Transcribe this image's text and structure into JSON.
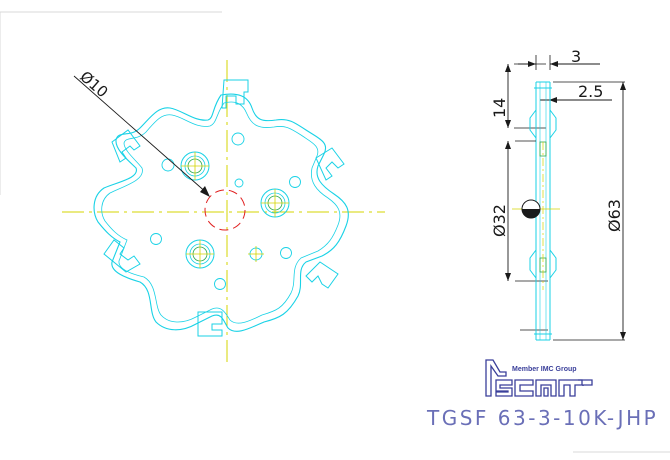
{
  "drawing": {
    "dimensions": {
      "hole_diameter": "Ø10",
      "width": "3",
      "insert_width": "2.5",
      "depth": "14",
      "bore_diameter": "Ø32",
      "outer_diameter": "Ø63"
    },
    "logo": {
      "member_text": "Member IMC Group",
      "brand": "Iscar"
    },
    "part_number": "TGSF 63-3-10K-JHP"
  }
}
